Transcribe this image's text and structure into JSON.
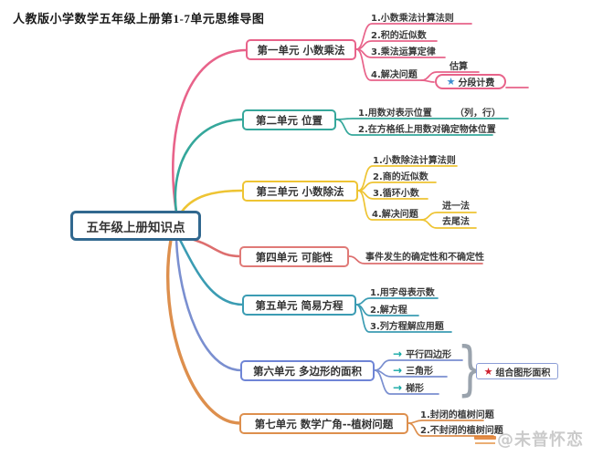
{
  "title": "人教版小学数学五年级上册第1-7单元思维导图",
  "center": {
    "label": "五年级上册知识点",
    "color": "#31688f"
  },
  "icons": {
    "arrow": "→",
    "star": "★",
    "brace": "}"
  },
  "units": [
    {
      "label": "第一单元 小数乘法",
      "color": "#e8638a",
      "items": [
        "1.小数乘法计算法则",
        "2.积的近似数",
        "3.乘法运算定律",
        "4.解决问题"
      ],
      "children": [
        {
          "text": "估算"
        },
        {
          "text": "分段计费",
          "starred": true,
          "star_color": "#3e8ed0"
        }
      ]
    },
    {
      "label": "第二单元 位置",
      "color": "#35a79b",
      "items": [
        "1.用数对表示位置",
        "2.在方格纸上用数对确定物体位置"
      ],
      "note": "（列，行）"
    },
    {
      "label": "第三单元 小数除法",
      "color": "#eec433",
      "items": [
        "1.小数除法计算法则",
        "2.商的近似数",
        "3.循环小数",
        "4.解决问题"
      ],
      "children": [
        {
          "text": "进一法"
        },
        {
          "text": "去尾法"
        }
      ]
    },
    {
      "label": "第四单元 可能性",
      "color": "#e07a77",
      "items": [
        "事件发生的确定性和不确定性"
      ]
    },
    {
      "label": "第五单元 简易方程",
      "color": "#3b9cb3",
      "items": [
        "1.用字母表示数",
        "2.解方程",
        "3.列方程解应用题"
      ]
    },
    {
      "label": "第六单元 多边形的面积",
      "color": "#6f85d6",
      "items": [
        "平行四边形",
        "三角形",
        "梯形"
      ],
      "star_item": {
        "text": "组合图形面积",
        "starred": true,
        "star_color": "#cf1f2e"
      }
    },
    {
      "label": "第七单元 数学广角--植树问题",
      "color": "#dd8f4d",
      "items": [
        "1.封闭的植树问题",
        "2.不封闭的植树问题"
      ]
    }
  ],
  "watermark": {
    "text": "@未普怀恋"
  }
}
